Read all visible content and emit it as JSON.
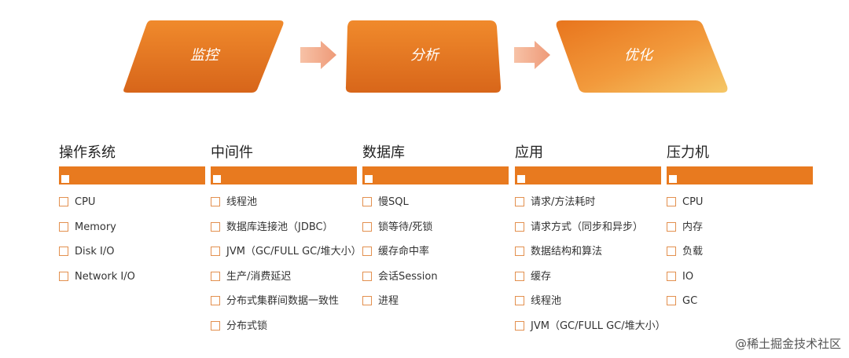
{
  "flow": {
    "stages": [
      "监控",
      "分析",
      "优化"
    ]
  },
  "columns": [
    {
      "title": "操作系统",
      "items": [
        "CPU",
        "Memory",
        "Disk I/O",
        "Network I/O"
      ]
    },
    {
      "title": "中间件",
      "items": [
        "线程池",
        "数据库连接池（JDBC）",
        "JVM（GC/FULL GC/堆大小）",
        "生产/消费延迟",
        "分布式集群间数据一致性",
        "分布式锁"
      ]
    },
    {
      "title": "数据库",
      "items": [
        "慢SQL",
        "锁等待/死锁",
        "缓存命中率",
        "会话Session",
        "进程"
      ]
    },
    {
      "title": "应用",
      "items": [
        "请求/方法耗时",
        "请求方式（同步和异步）",
        "数据结构和算法",
        "缓存",
        "线程池",
        "JVM（GC/FULL GC/堆大小）"
      ]
    },
    {
      "title": "压力机",
      "items": [
        "CPU",
        "内存",
        "负载",
        "IO",
        "GC"
      ]
    }
  ],
  "colors": {
    "accent": "#e87a1f",
    "bar_fill": "#e87a1f",
    "stage3_gradient_end": "#f5c767"
  },
  "watermark": "@稀土掘金技术社区"
}
